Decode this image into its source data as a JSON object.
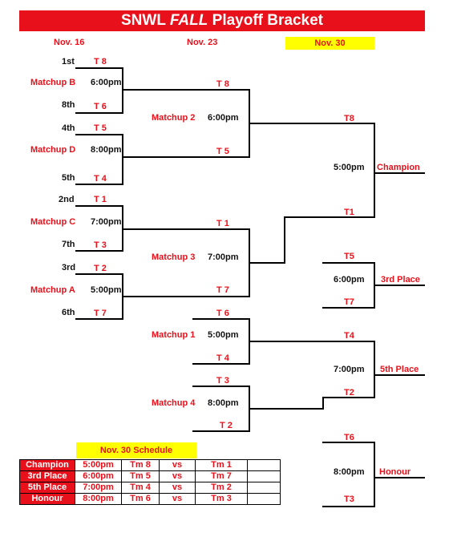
{
  "title": {
    "prefix": "SNWL ",
    "emph": "FALL",
    "suffix": " Playoff Bracket"
  },
  "dates": [
    "Nov. 16",
    "Nov. 23",
    "Nov. 30"
  ],
  "round1": [
    {
      "name": "Matchup B",
      "time": "6:00pm",
      "seed_top": "1st",
      "team_top": "T 8",
      "seed_bot": "8th",
      "team_bot": "T 6"
    },
    {
      "name": "Matchup D",
      "time": "8:00pm",
      "seed_top": "4th",
      "team_top": "T 5",
      "seed_bot": "5th",
      "team_bot": "T 4"
    },
    {
      "name": "Matchup C",
      "time": "7:00pm",
      "seed_top": "2nd",
      "team_top": "T 1",
      "seed_bot": "7th",
      "team_bot": "T 3"
    },
    {
      "name": "Matchup A",
      "time": "5:00pm",
      "seed_top": "3rd",
      "team_top": "T 2",
      "seed_bot": "6th",
      "team_bot": "T 7"
    }
  ],
  "round2": [
    {
      "name": "Matchup 2",
      "time": "6:00pm",
      "team_top": "T 8",
      "team_bot": "T 5"
    },
    {
      "name": "Matchup 3",
      "time": "7:00pm",
      "team_top": "T 1",
      "team_bot": "T 7"
    },
    {
      "name": "Matchup 1",
      "time": "5:00pm",
      "team_top": "T 6",
      "team_bot": "T 4"
    },
    {
      "name": "Matchup 4",
      "time": "8:00pm",
      "team_top": "T 3",
      "team_bot": "T 2"
    }
  ],
  "finals": [
    {
      "label": "Champion",
      "time": "5:00pm",
      "team_top": "T8",
      "team_bot": "T1"
    },
    {
      "label": "3rd Place",
      "time": "6:00pm",
      "team_top": "T5",
      "team_bot": "T7"
    },
    {
      "label": "5th Place",
      "time": "7:00pm",
      "team_top": "T4",
      "team_bot": "T2"
    },
    {
      "label": "Honour",
      "time": "8:00pm",
      "team_top": "T6",
      "team_bot": "T3"
    }
  ],
  "schedule": {
    "title": "Nov. 30 Schedule",
    "rows": [
      {
        "label": "Champion",
        "time": "5:00pm",
        "home": "Tm 8",
        "vs": "vs",
        "away": "Tm 1"
      },
      {
        "label": "3rd Place",
        "time": "6:00pm",
        "home": "Tm 5",
        "vs": "vs",
        "away": "Tm 7"
      },
      {
        "label": "5th Place",
        "time": "7:00pm",
        "home": "Tm 4",
        "vs": "vs",
        "away": "Tm 2"
      },
      {
        "label": "Honour",
        "time": "8:00pm",
        "home": "Tm 6",
        "vs": "vs",
        "away": "Tm 3"
      }
    ]
  },
  "colors": {
    "accent": "#e8101a",
    "highlight": "#ffff00"
  }
}
